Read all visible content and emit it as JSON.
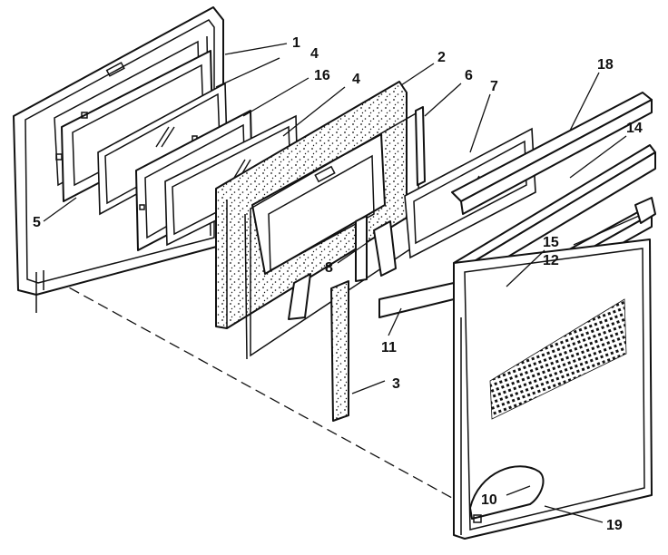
{
  "diagram": {
    "callouts": [
      {
        "id": "c1",
        "text": "1"
      },
      {
        "id": "c4a",
        "text": "4"
      },
      {
        "id": "c16",
        "text": "16"
      },
      {
        "id": "c4b",
        "text": "4"
      },
      {
        "id": "c2",
        "text": "2"
      },
      {
        "id": "c6",
        "text": "6"
      },
      {
        "id": "c7",
        "text": "7"
      },
      {
        "id": "c18",
        "text": "18"
      },
      {
        "id": "c14",
        "text": "14"
      },
      {
        "id": "c5",
        "text": "5"
      },
      {
        "id": "c8",
        "text": "8"
      },
      {
        "id": "c15",
        "text": "15"
      },
      {
        "id": "c12",
        "text": "12"
      },
      {
        "id": "c11",
        "text": "11"
      },
      {
        "id": "c3",
        "text": "3"
      },
      {
        "id": "c10",
        "text": "10"
      },
      {
        "id": "c19",
        "text": "19"
      }
    ]
  }
}
